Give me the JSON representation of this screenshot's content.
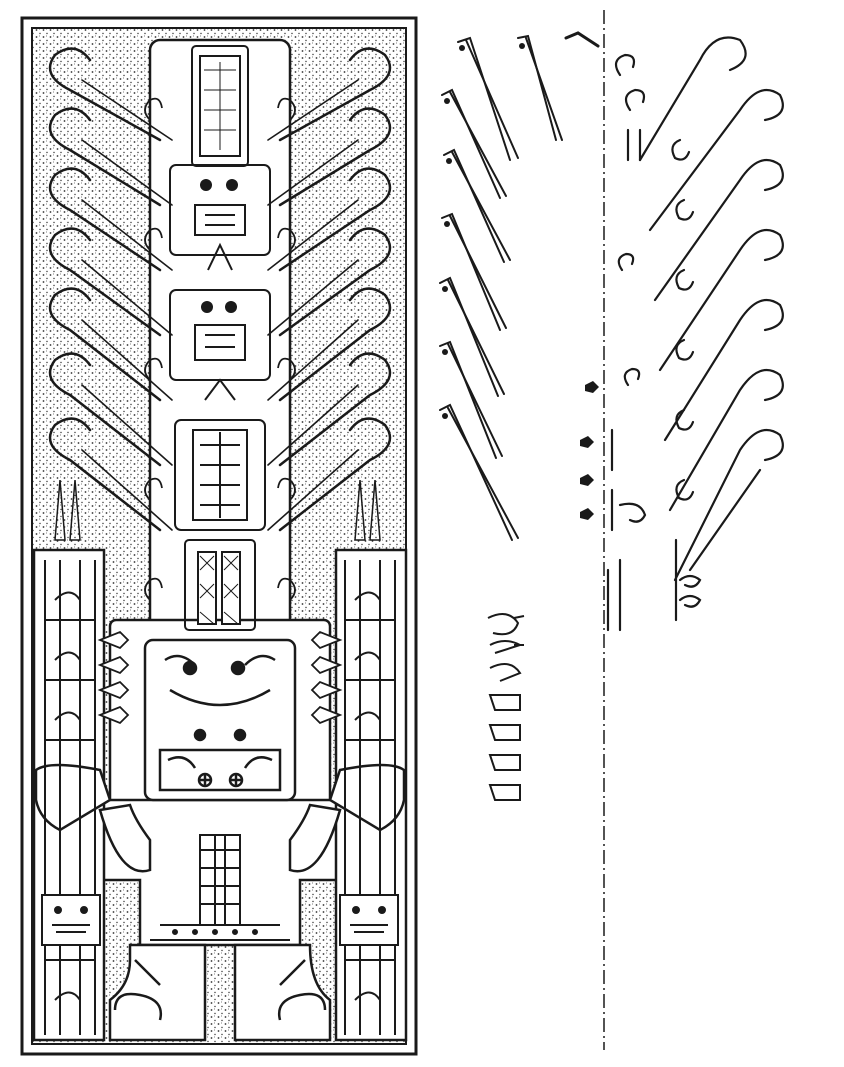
{
  "artwork": {
    "colors": {
      "ink": "#1a1a1a",
      "paper": "#ffffff",
      "stipple": "#3a3a3a"
    },
    "ray_count_left": 7,
    "ray_count_right": 7,
    "serpent_fragments": 7,
    "spiral_fragments_right": 8,
    "glyph_column_count": 7
  }
}
